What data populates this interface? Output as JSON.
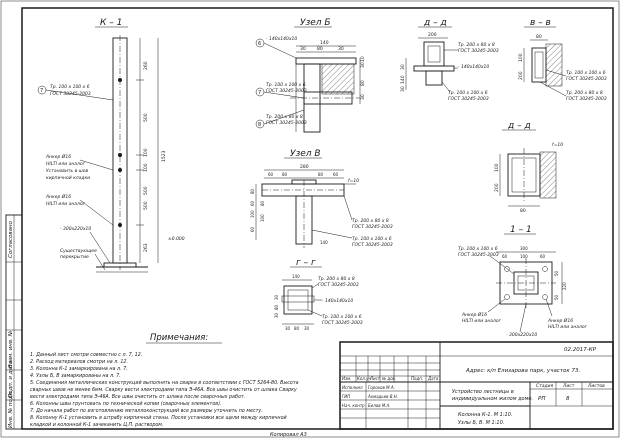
{
  "sheet": {
    "format_label": "Копировал   А3",
    "side_stamp": [
      "Согласовано",
      "Взам. инв. №",
      "Подп. и дата",
      "Инв. № подл."
    ]
  },
  "views": {
    "k1": {
      "title": "К – 1"
    },
    "uzel_b": {
      "title": "Узел Б"
    },
    "dd": {
      "title": "д – д"
    },
    "vv": {
      "title": "в – в"
    },
    "dd2": {
      "title": "д – д"
    },
    "uzel_v": {
      "title": "Узел В"
    },
    "gg": {
      "title": "г – г"
    },
    "s11": {
      "title": "1 – 1"
    }
  },
  "k1_view": {
    "dims": [
      "260",
      "500",
      "1523",
      "500",
      "100",
      "100",
      "500",
      "263"
    ],
    "callout_num": "7",
    "callout_text": [
      "Тр. 100 х 100 х 6",
      "ГОСТ 30245-2003"
    ],
    "anchor1": [
      "Анкер Ø16",
      "HILTI или аналог",
      "Установить в шов",
      "кирпичной кладки"
    ],
    "anchor2": [
      "Анкер Ø16",
      "HILTI или аналог"
    ],
    "plate": "- 300х220х10",
    "floor": [
      "Существующее",
      "перекрытие"
    ],
    "level": "±0.000"
  },
  "uzel_b_view": {
    "plate": "- 140х140х10",
    "dims": [
      "140",
      "30",
      "80",
      "30",
      "30",
      "80",
      "30",
      "10"
    ],
    "tube1": [
      "Тр. 100 х 100 х 6",
      "ГОСТ 30245-2003"
    ],
    "tube2": [
      "Тр. 200 х 80 х 8",
      "ГОСТ 30245-2003"
    ],
    "n1": "6",
    "n2": "7",
    "n3": "8"
  },
  "dd_view": {
    "dims": [
      "200",
      "30",
      "140",
      "30"
    ],
    "plate": "- 140х140х10",
    "tube1": [
      "Тр. 200 х 80 х 8",
      "ГОСТ 30245-2003"
    ],
    "tube2": [
      "Тр. 100 х 100 х 6",
      "ГОСТ 30245-2003"
    ]
  },
  "vv_view": {
    "dims": [
      "80",
      "100",
      "200"
    ],
    "tube1": [
      "Тр. 100 х 100 х 6",
      "ГОСТ 30245-2003"
    ],
    "tube2": [
      "Тр. 200 х 80 х 8",
      "ГОСТ 30245-2003"
    ]
  },
  "uzel_v_view": {
    "dims": [
      "280",
      "60",
      "80",
      "80",
      "60",
      "80",
      "60",
      "100",
      "60",
      "80",
      "100",
      "140"
    ],
    "weld": "f=10",
    "tube1": [
      "Тр. 200 х 80 х 8",
      "ГОСТ 30245-2003"
    ],
    "tube2": [
      "Тр. 100 х 100 х 6",
      "ГОСТ 30245-2003"
    ]
  },
  "dd2_view": {
    "weld": "f=10",
    "dims": [
      "80",
      "100",
      "200"
    ]
  },
  "gg_view": {
    "dims": [
      "140",
      "30",
      "80",
      "30",
      "30",
      "80",
      "30"
    ],
    "tube1": [
      "Тр. 200 х 80 х 8",
      "ГОСТ 30245-2003"
    ],
    "plate": "- 140х140х10",
    "tube2": [
      "Тр. 100 х 100 х 6",
      "ГОСТ 30245-2003"
    ]
  },
  "s11_view": {
    "dims": [
      "300",
      "60",
      "100",
      "60",
      "220",
      "50",
      "50"
    ],
    "tube": [
      "Тр. 100 х 100 х 6",
      "ГОСТ 30245-2003"
    ],
    "anchor": [
      "Анкер Ø16",
      "HILTI или аналог"
    ],
    "plate": "- 300х220х10"
  },
  "notes": {
    "title": "Примечания:",
    "items": [
      "1. Данный лист смотри совместно с л. 7, 12.",
      "2. Расход материалов смотри на л. 12.",
      "3. Колонна К-1 замаркирована на л. 7.",
      "4. Узлы Б, В замаркированы на л. 7.",
      "5. Соединения металлических конструкций выполнять на сварке в соответствии с ГОСТ 5264-80. Высота",
      "сварных швов не менее 6мм. Сварку вести электродами типа Э-46А. Все швы очистить от шлака Сварку",
      "вести электродами типа Э-46А. Все швы очистить от шлака после сварочных работ.",
      "6. Колонны швы грунтовать по технической копии (сварочных элементов).",
      "7. До начала работ по изготовлению металлоконструкций все размеры уточнить по месту.",
      "8. Колонну К-1 установить в штрабу кирпичной стены. После установки все щели между кирпичной",
      "кладкой и колонной К-1 зачеканить Ц.П. раствором."
    ]
  },
  "title_block": {
    "code": "02.2017-КР",
    "address": "Адрес: к/п Елизарова парк, участок 73.",
    "header_cells": [
      "Изм.",
      "Кол.уч",
      "Лист",
      "№ док.",
      "Подп.",
      "Дата"
    ],
    "roles": [
      {
        "role": "Исполнил",
        "name": "Горохов М.А."
      },
      {
        "role": "ГИП",
        "name": "Ахмадьев В.Н."
      },
      {
        "role": "Нач. контр",
        "name": "Белов М.А."
      }
    ],
    "description": [
      "Устройство лестницы в",
      "индивидуальном жилом доме."
    ],
    "sheet_title": [
      "Колонна К-1. М 1:10.",
      "Узлы Б, В. М 1:10."
    ],
    "stage_label": "Стадия",
    "sheet_label": "Лист",
    "sheets_label": "Листов",
    "stage": "РП",
    "sheet_no": "8",
    "sheets_total": ""
  }
}
